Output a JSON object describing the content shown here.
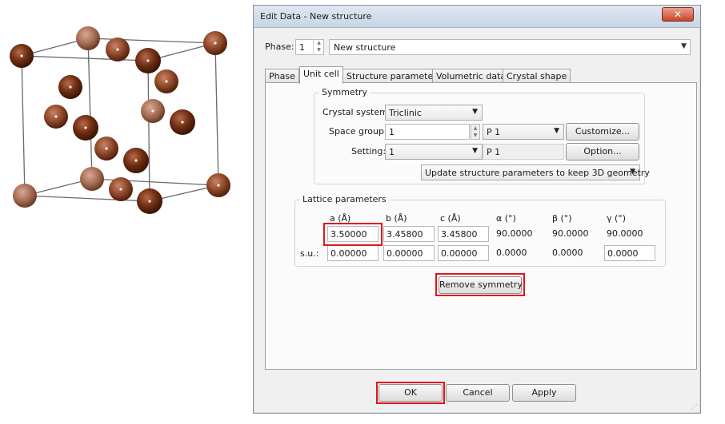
{
  "dialog": {
    "title": "Edit Data - New structure",
    "close_glyph": "✕"
  },
  "phase": {
    "label": "Phase:",
    "number": "1",
    "name": "New structure"
  },
  "tabs": [
    "Phase",
    "Unit cell",
    "Structure parameters",
    "Volumetric data",
    "Crystal shape"
  ],
  "active_tab": "Unit cell",
  "symmetry": {
    "group_title": "Symmetry",
    "crystal_system_label": "Crystal system:",
    "crystal_system_value": "Triclinic",
    "space_group_label": "Space group:",
    "space_group_number": "1",
    "space_group_symbol": "P 1",
    "customize_label": "Customize...",
    "setting_label": "Setting:",
    "setting_value": "1",
    "setting_symbol": "P 1",
    "option_label": "Option...",
    "update_label": "Update structure parameters to keep 3D geometry"
  },
  "lattice": {
    "group_title": "Lattice parameters",
    "headers": [
      "a (Å)",
      "b (Å)",
      "c (Å)",
      "α (°)",
      "β (°)",
      "γ (°)"
    ],
    "values": [
      "3.50000",
      "3.45800",
      "3.45800",
      "90.0000",
      "90.0000",
      "90.0000"
    ],
    "su_label": "s.u.:",
    "su_values": [
      "0.00000",
      "0.00000",
      "0.00000",
      "0.0000",
      "0.0000",
      "0.0000"
    ]
  },
  "remove_symmetry_label": "Remove symmetry",
  "buttons": {
    "ok": "OK",
    "cancel": "Cancel",
    "apply": "Apply"
  },
  "colors": {
    "highlight": "#e0151b",
    "atom_dark": "#4a1f0c",
    "atom_light": "#a8705a",
    "atom_mid": "#7a3a1c"
  }
}
